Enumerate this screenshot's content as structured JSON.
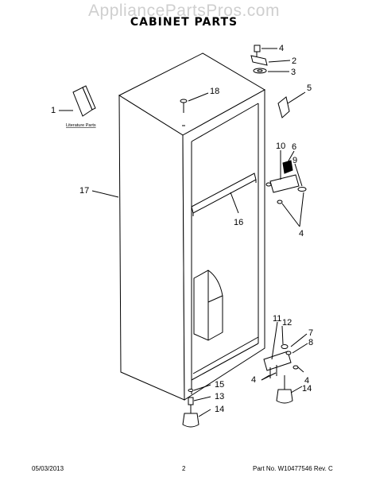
{
  "watermark": "AppliancePartsPros.com",
  "title": "CABINET PARTS",
  "literature_label": "Literature Parts",
  "callouts": {
    "c1": "1",
    "c2": "2",
    "c3": "3",
    "c4a": "4",
    "c5": "5",
    "c18": "18",
    "c17": "17",
    "c10": "10",
    "c6": "6",
    "c9": "9",
    "c16": "16",
    "c4b": "4",
    "c11": "11",
    "c12": "12",
    "c7": "7",
    "c8": "8",
    "c4c": "4",
    "c4d": "4",
    "c15": "15",
    "c13": "13",
    "c14a": "14",
    "c14b": "14"
  },
  "footer": {
    "date": "05/03/2013",
    "page": "2",
    "part": "Part No. W10477546  Rev. C"
  }
}
